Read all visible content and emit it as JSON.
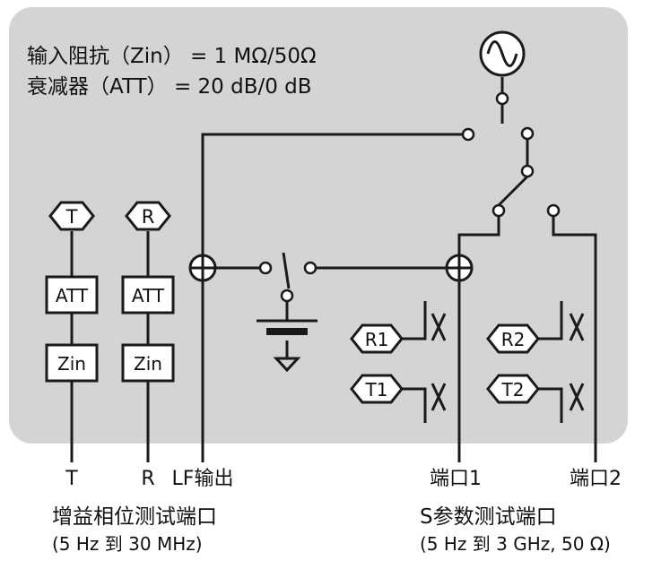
{
  "header": {
    "line1": "输入阻抗（Zin） = 1 MΩ/50Ω",
    "line2": "衰减器（ATT） = 20 dB/0 dB"
  },
  "inputs": {
    "t_label": "T",
    "r_label": "R",
    "att_label": "ATT",
    "zin_label": "Zin"
  },
  "bottom_labels": {
    "t": "T",
    "r": "R",
    "lf_output": "LF输出",
    "port1": "端口1",
    "port2": "端口2"
  },
  "receivers": {
    "r1": "R1",
    "t1": "T1",
    "r2": "R2",
    "t2": "T2"
  },
  "captions": {
    "gain_phase_title": "增益相位测试端口",
    "gain_phase_range": "(5 Hz 到 30 MHz)",
    "s_param_title": "S参数测试端口",
    "s_param_range": "(5 Hz 到 3 GHz, 50 Ω)"
  },
  "colors": {
    "panel": "#d4d4d4",
    "line": "#1a1a1a",
    "box_fill": "#ffffff"
  }
}
